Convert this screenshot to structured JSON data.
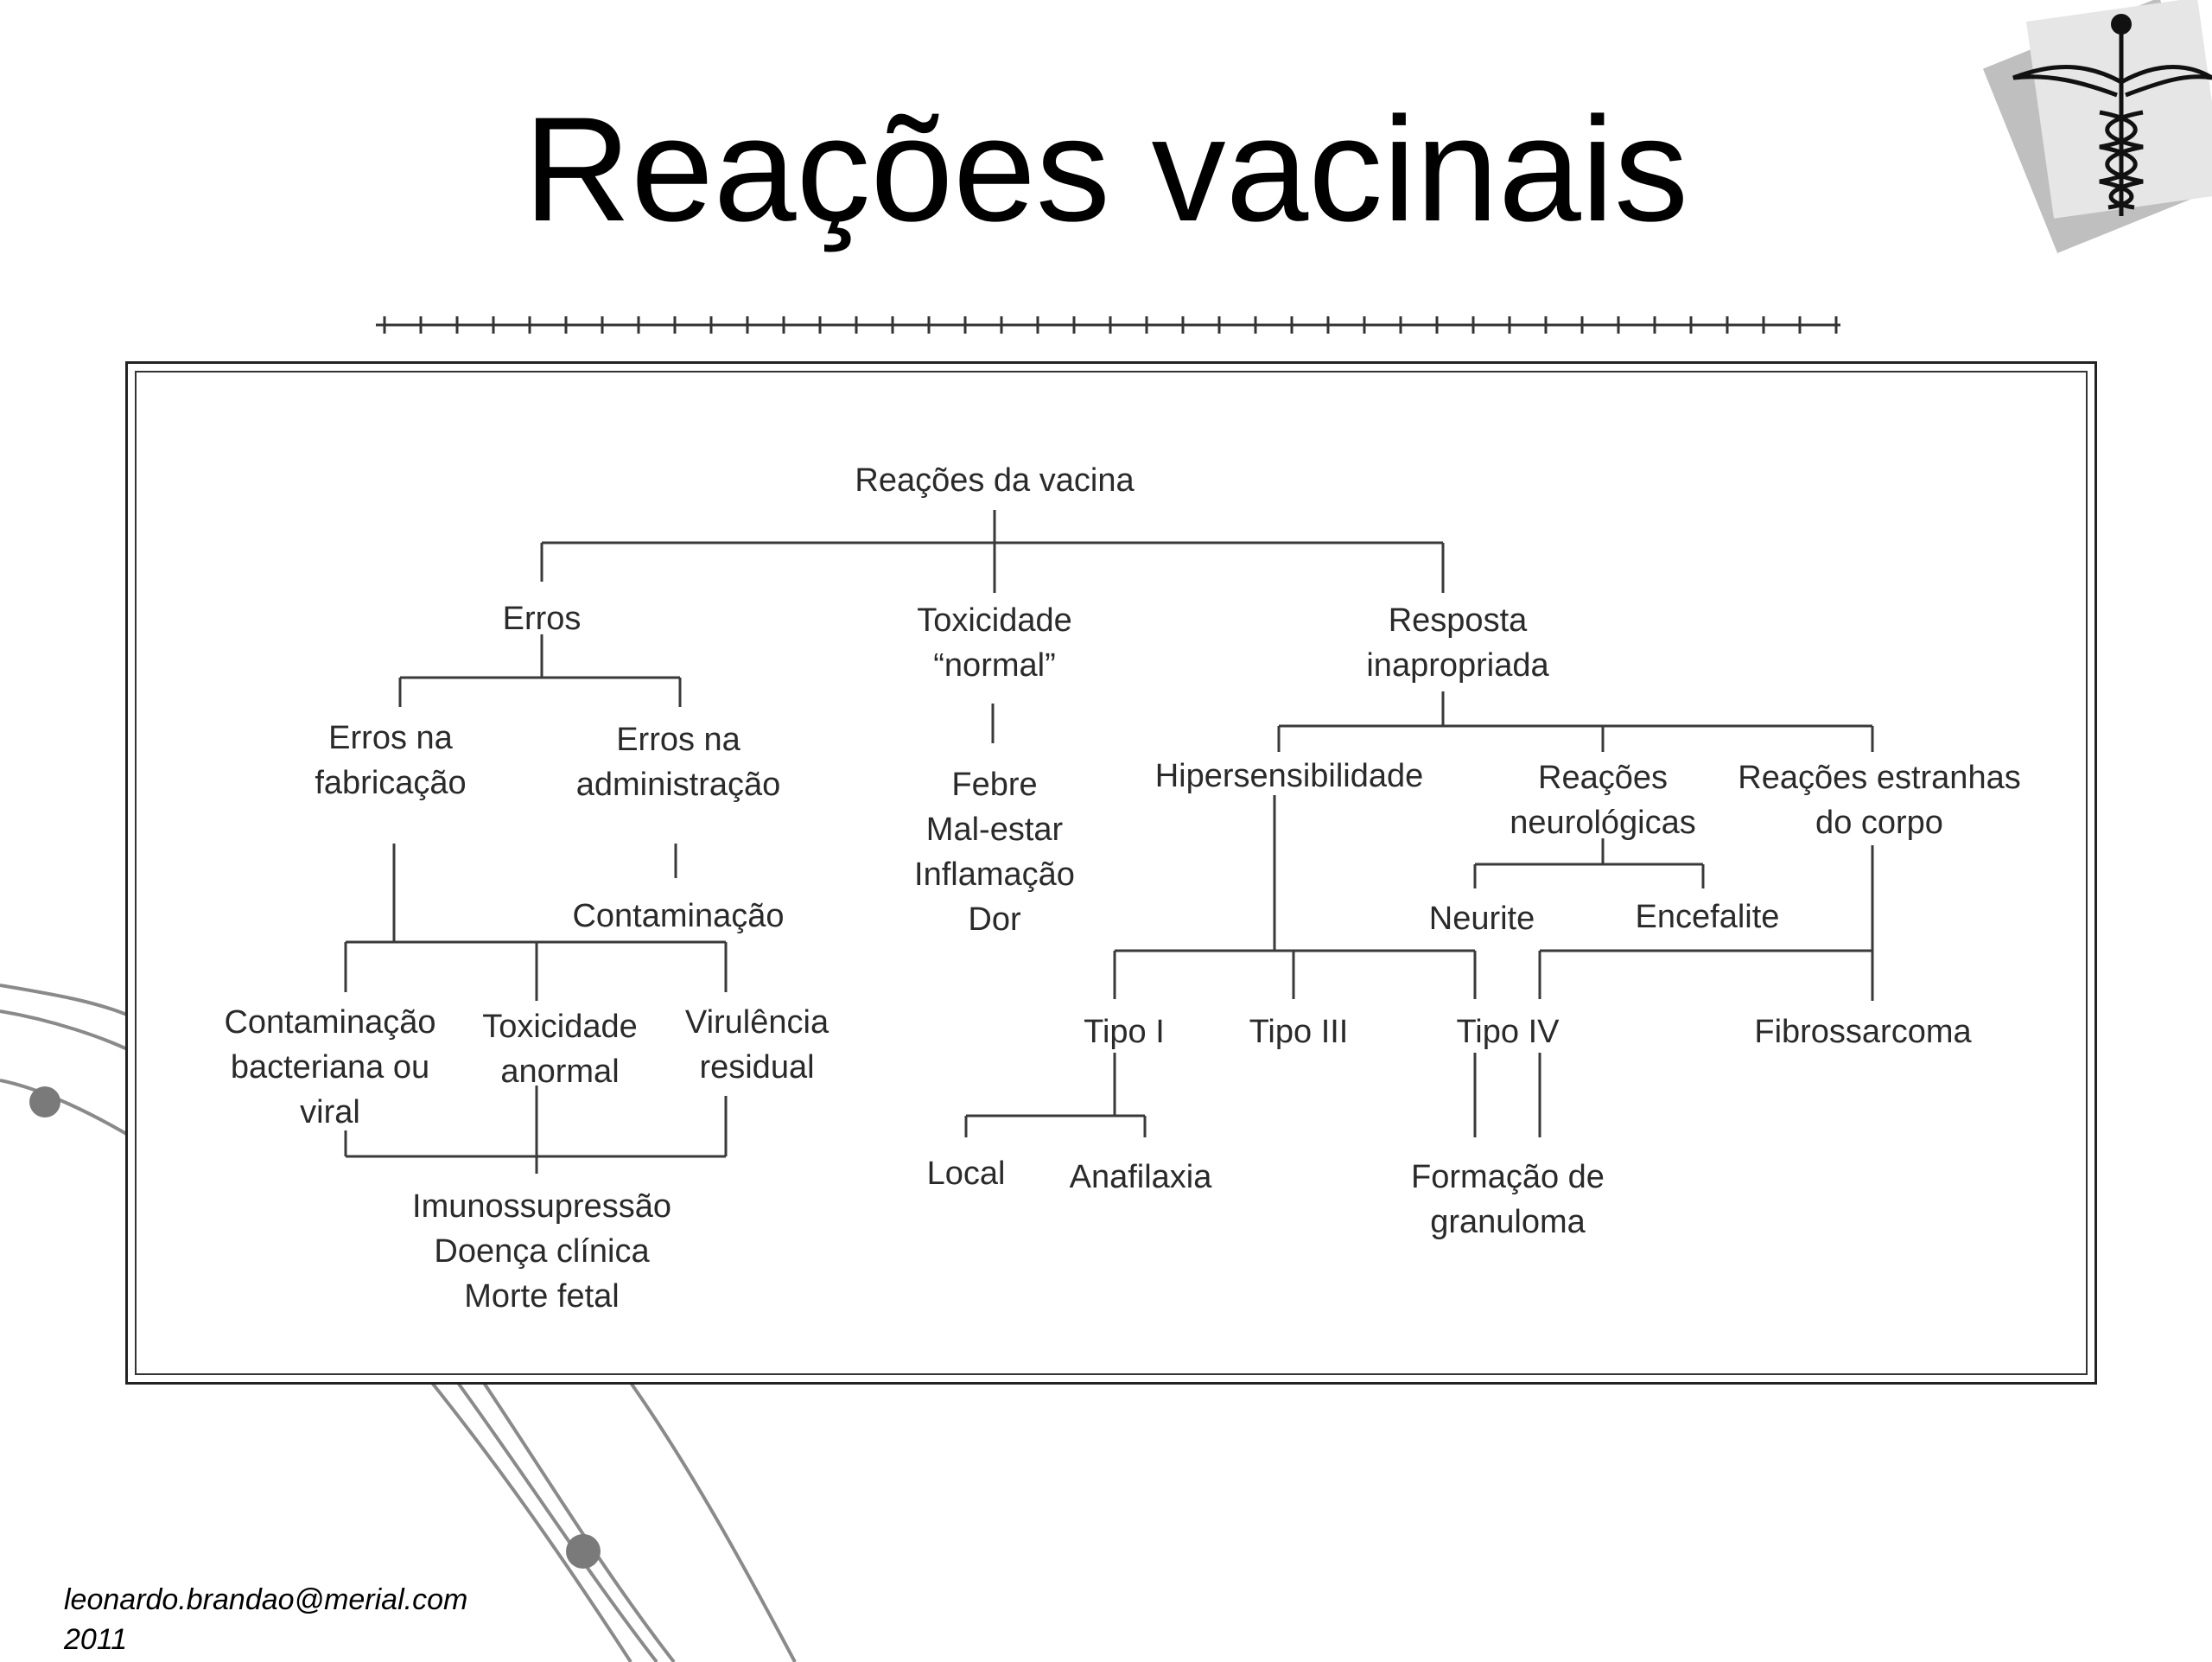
{
  "title": "Reações vacinais",
  "footer": {
    "email": "leonardo.brandao@merial.com",
    "year": "2011"
  },
  "logo": {
    "icon": "caduceus-icon"
  },
  "diagram": {
    "root": "Reações da vacina",
    "erros": "Erros",
    "toxicidade_normal": [
      "Toxicidade",
      "“normal”"
    ],
    "resposta": [
      "Resposta",
      "inapropriada"
    ],
    "erros_fabricacao": [
      "Erros na",
      "fabricação"
    ],
    "erros_administracao": [
      "Erros na",
      "administração"
    ],
    "contaminacao": "Contaminação",
    "sintomas": [
      "Febre",
      "Mal-estar",
      "Inflamação",
      "Dor"
    ],
    "contaminacao_bacteriana": [
      "Contaminação",
      "bacteriana ou",
      "viral"
    ],
    "toxicidade_anormal": [
      "Toxicidade",
      "anormal"
    ],
    "virulencia": [
      "Virulência",
      "residual"
    ],
    "consequencias": [
      "Imunossupressão",
      "Doença clínica",
      "Morte fetal"
    ],
    "hipersensibilidade": "Hipersensibilidade",
    "neurologicas": [
      "Reações",
      "neurológicas"
    ],
    "estranhas": [
      "Reações estranhas",
      "do corpo"
    ],
    "neurite": "Neurite",
    "encefalite": "Encefalite",
    "tipo1": "Tipo I",
    "tipo3": "Tipo III",
    "tipo4": "Tipo IV",
    "fibrossarcoma": "Fibrossarcoma",
    "local": "Local",
    "anafilaxia": "Anafilaxia",
    "granuloma": [
      "Formação de",
      "granuloma"
    ]
  }
}
